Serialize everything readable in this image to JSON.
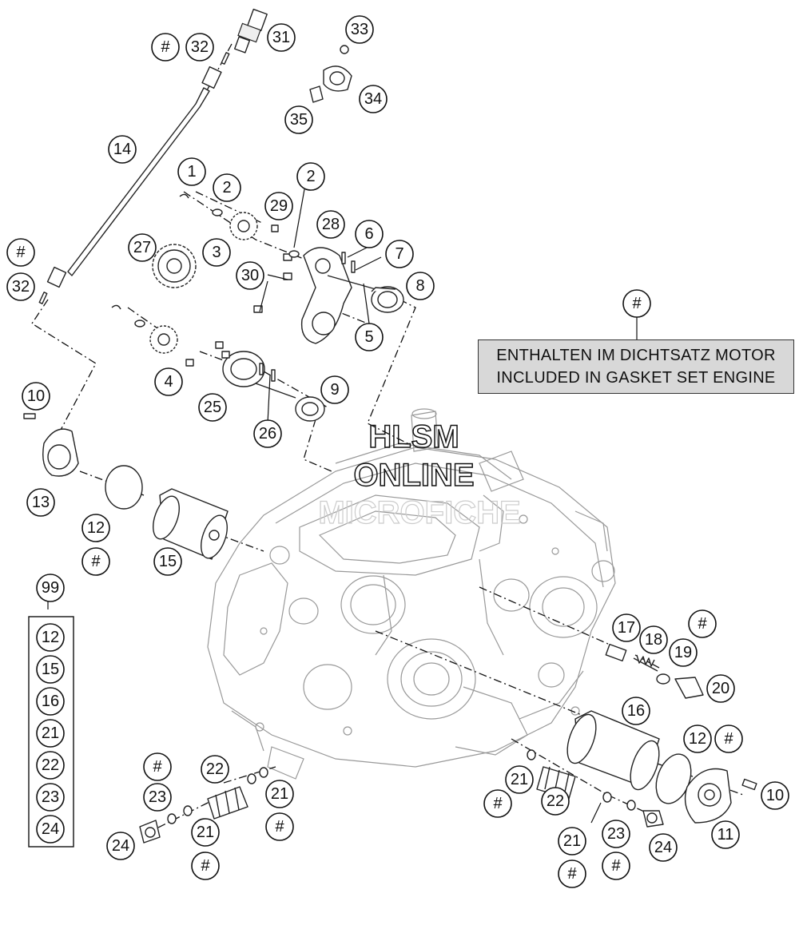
{
  "note": {
    "marker": "#",
    "line1": "ENTHALTEN IM DICHTSATZ MOTOR",
    "line2": "INCLUDED IN GASKET SET ENGINE"
  },
  "watermark": {
    "line1": "HLSM",
    "line2": "ONLINE",
    "line3": "MICROFICHE"
  },
  "kit": {
    "label": "99",
    "items": [
      "12",
      "15",
      "16",
      "21",
      "22",
      "23",
      "24"
    ]
  },
  "callouts": [
    "#",
    "32",
    "31",
    "33",
    "34",
    "35",
    "14",
    "1",
    "2",
    "2",
    "29",
    "28",
    "27",
    "3",
    "6",
    "7",
    "#",
    "32",
    "30",
    "8",
    "5",
    "4",
    "25",
    "9",
    "26",
    "10",
    "13",
    "12",
    "#",
    "15",
    "#",
    "17",
    "18",
    "19",
    "#",
    "20",
    "16",
    "12",
    "#",
    "10",
    "11",
    "#",
    "22",
    "23",
    "21",
    "#",
    "24",
    "21",
    "#",
    "21",
    "#",
    "22",
    "21",
    "#",
    "23",
    "#",
    "24"
  ]
}
